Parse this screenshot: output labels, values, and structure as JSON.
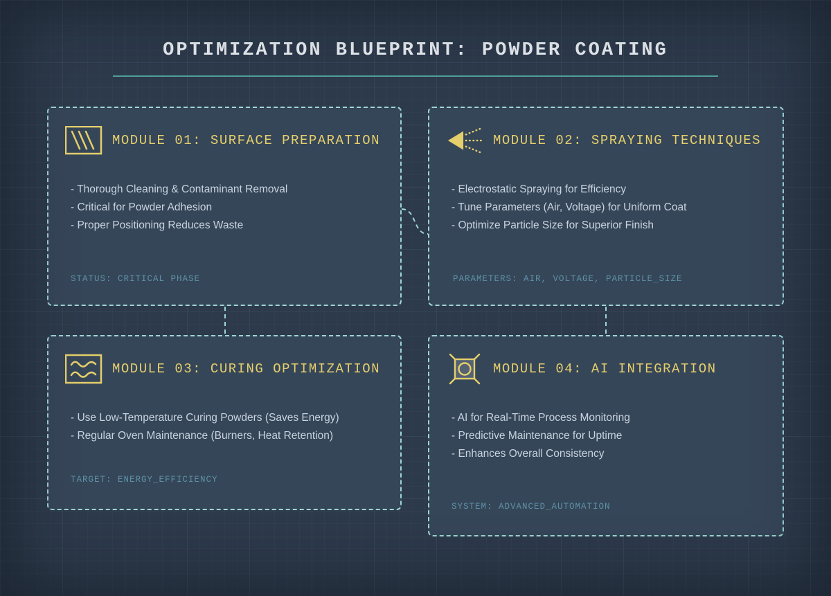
{
  "title": "OPTIMIZATION BLUEPRINT: POWDER COATING",
  "colors": {
    "page_background": "#2d3a4b",
    "card_background": "#364659",
    "dashed_border": "#9ed6d2",
    "title_text": "#e9eef3",
    "title_underline": "#4f9f9c",
    "module_title": "#e5cf6b",
    "body_text": "#c7d3de",
    "footer_text": "#5d91a4"
  },
  "modules": [
    {
      "id": "module-01",
      "icon": "surface-hatch-icon",
      "title": "MODULE 01: SURFACE PREPARATION",
      "bullets": [
        "- Thorough Cleaning & Contaminant Removal",
        "- Critical for Powder Adhesion",
        "- Proper Positioning Reduces Waste"
      ],
      "footer": "STATUS: CRITICAL PHASE"
    },
    {
      "id": "module-02",
      "icon": "spray-nozzle-icon",
      "title": "MODULE 02: SPRAYING TECHNIQUES",
      "bullets": [
        "- Electrostatic Spraying for Efficiency",
        "- Tune Parameters (Air, Voltage) for Uniform Coat",
        "- Optimize Particle Size for Superior Finish"
      ],
      "footer": "PARAMETERS: AIR, VOLTAGE, PARTICLE_SIZE"
    },
    {
      "id": "module-03",
      "icon": "heat-waves-icon",
      "title": "MODULE 03: CURING OPTIMIZATION",
      "bullets": [
        "- Use Low-Temperature Curing Powders (Saves Energy)",
        "- Regular Oven Maintenance (Burners, Heat Retention)"
      ],
      "footer": "TARGET: ENERGY_EFFICIENCY"
    },
    {
      "id": "module-04",
      "icon": "ai-chip-icon",
      "title": "MODULE 04: AI INTEGRATION",
      "bullets": [
        "- AI for Real-Time Process Monitoring",
        "- Predictive Maintenance for Uptime",
        "- Enhances Overall Consistency"
      ],
      "footer": "SYSTEM: ADVANCED_AUTOMATION"
    }
  ]
}
